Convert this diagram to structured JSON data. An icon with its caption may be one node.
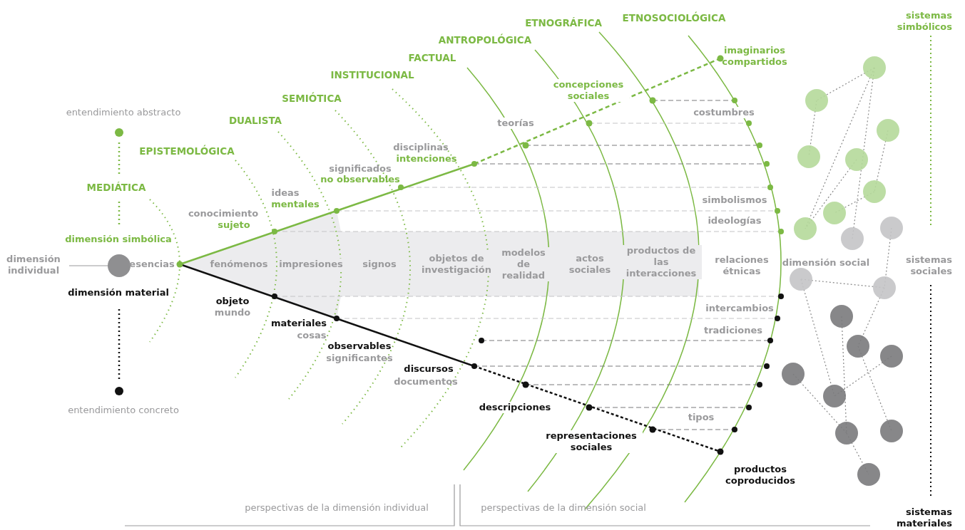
{
  "diagram": {
    "labels": [
      "ETNOGRÁFICA",
      "ETNOSOCIOLÓGICA",
      "sistemas simbólicos",
      "ANTROPOLÓGICA",
      "FACTUAL",
      "imaginarios compartidos",
      "INSTITUCIONAL",
      "SEMIÓTICA",
      "concepciones sociales",
      "entendimiento abstracto",
      "costumbres",
      "DUALISTA",
      "teorías",
      "EPISTEMOLÓGICA",
      "disciplinas",
      "intenciones",
      "significados",
      "no observables",
      "MEDIÁTICA",
      "ideas",
      "mentales",
      "simbolismos",
      "conocimiento",
      "sujeto",
      "ideologías",
      "dimensión simbólica",
      "dimensión individual",
      "esencias",
      "fenómenos",
      "impresiones",
      "signos",
      "objetos de investigación",
      "modelos de realidad",
      "actos sociales",
      "productos de las interacciones",
      "relaciones étnicas",
      "dimensión social",
      "sistemas sociales",
      "dimensión material",
      "objeto",
      "mundo",
      "intercambios",
      "materiales",
      "cosas",
      "tradiciones",
      "observables",
      "significantes",
      "discursos",
      "documentos",
      "entendimiento concreto",
      "descripciones",
      "tipos",
      "representaciones sociales",
      "productos coproducidos",
      "perspectivas de la dimensión individual",
      "perspectivas de la dimensión social",
      "sistemas materiales"
    ]
  }
}
